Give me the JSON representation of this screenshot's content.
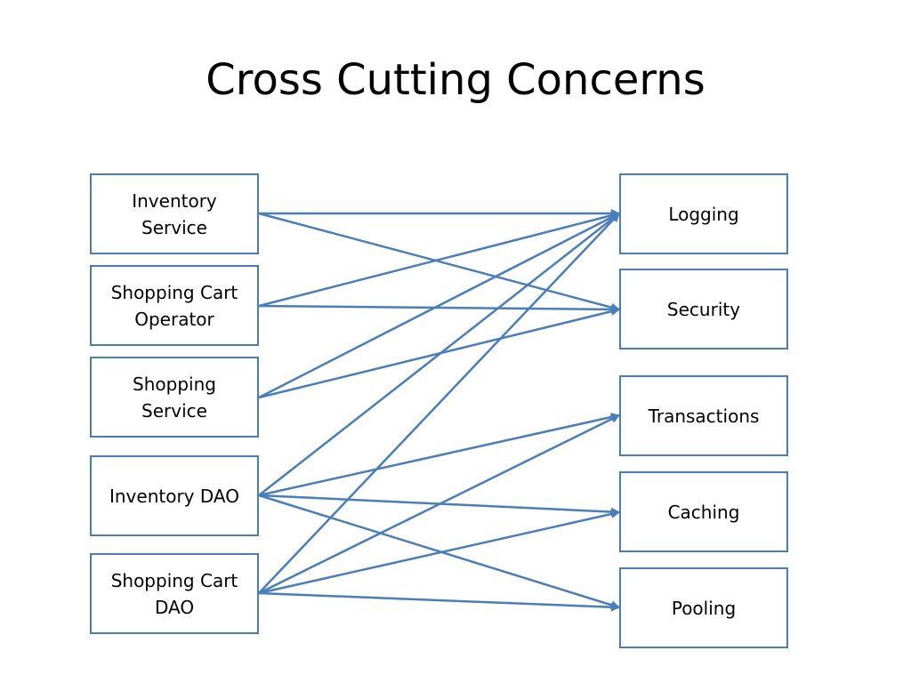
{
  "title": "Cross Cutting Concerns",
  "line_color": "#4a7eba",
  "services": [
    {
      "id": "inventory-service",
      "label": "Inventory Service"
    },
    {
      "id": "shopping-cart-operator",
      "label": "Shopping Cart Operator"
    },
    {
      "id": "shopping-service",
      "label": "Shopping Service"
    },
    {
      "id": "inventory-dao",
      "label": "Inventory DAO"
    },
    {
      "id": "shopping-cart-dao",
      "label": "Shopping Cart DAO"
    }
  ],
  "concerns": [
    {
      "id": "logging",
      "label": "Logging"
    },
    {
      "id": "security",
      "label": "Security"
    },
    {
      "id": "transactions",
      "label": "Transactions"
    },
    {
      "id": "caching",
      "label": "Caching"
    },
    {
      "id": "pooling",
      "label": "Pooling"
    }
  ],
  "connections": [
    {
      "from": "inventory-service",
      "to": "logging"
    },
    {
      "from": "inventory-service",
      "to": "security"
    },
    {
      "from": "shopping-cart-operator",
      "to": "logging"
    },
    {
      "from": "shopping-cart-operator",
      "to": "security"
    },
    {
      "from": "shopping-service",
      "to": "logging"
    },
    {
      "from": "shopping-service",
      "to": "security"
    },
    {
      "from": "inventory-dao",
      "to": "logging"
    },
    {
      "from": "inventory-dao",
      "to": "transactions"
    },
    {
      "from": "inventory-dao",
      "to": "caching"
    },
    {
      "from": "inventory-dao",
      "to": "pooling"
    },
    {
      "from": "shopping-cart-dao",
      "to": "logging"
    },
    {
      "from": "shopping-cart-dao",
      "to": "transactions"
    },
    {
      "from": "shopping-cart-dao",
      "to": "caching"
    },
    {
      "from": "shopping-cart-dao",
      "to": "pooling"
    }
  ]
}
